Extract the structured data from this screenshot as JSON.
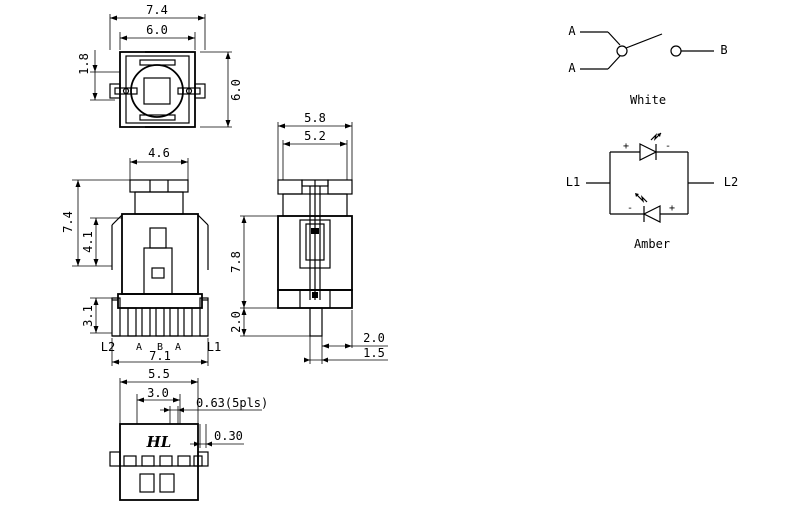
{
  "top_view": {
    "width_outer": "7.4",
    "width_inner": "6.0",
    "height_side": "6.0",
    "offset_left": "1.8"
  },
  "side_view": {
    "width_outer": "5.8",
    "width_inner": "5.2",
    "height_total": "7.8",
    "height_bottom": "2.0",
    "pin_offset": "2.0",
    "pin_width": "1.5"
  },
  "front_view": {
    "width_top": "4.6",
    "height_total": "7.4",
    "height_mid": "4.1",
    "height_base": "3.1",
    "width_base": "7.1",
    "pin_labels": [
      "L2",
      "A",
      "B",
      "A",
      "L1"
    ]
  },
  "bottom_view": {
    "width_outer": "5.5",
    "width_inner": "3.0",
    "pitch": "0.63(5pls)",
    "pin_width": "0.30",
    "logo": "HL"
  },
  "schematic": {
    "switch": {
      "terminal_a1": "A",
      "terminal_a2": "A",
      "terminal_b": "B",
      "caption": "White"
    },
    "led": {
      "left": "L1",
      "right": "L2",
      "caption": "Amber",
      "plus_top": "+",
      "minus_top": "-",
      "minus_bottom": "-",
      "plus_bottom": "+"
    }
  }
}
